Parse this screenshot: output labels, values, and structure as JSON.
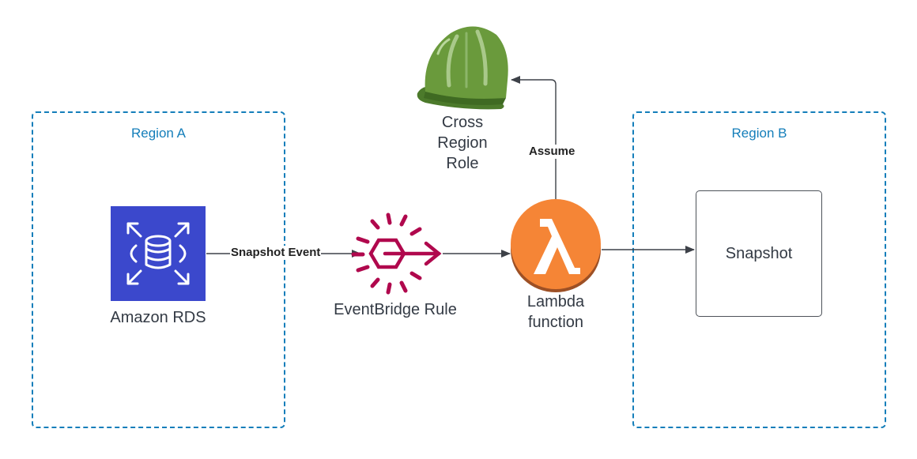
{
  "regions": {
    "a": {
      "title": "Region A"
    },
    "b": {
      "title": "Region B"
    }
  },
  "nodes": {
    "rds": {
      "label": "Amazon RDS",
      "icon": "rds-database-icon",
      "color": "#3b48cc"
    },
    "eventbridge": {
      "label": "EventBridge Rule",
      "icon": "eventbridge-rule-icon",
      "color": "#b0084d"
    },
    "lambda": {
      "label": "Lambda\nfunction",
      "icon": "lambda-icon",
      "color": "#f58536"
    },
    "role": {
      "label": "Cross\nRegion\nRole",
      "icon": "hard-hat-icon",
      "color": "#6a9a3c"
    },
    "snapshot": {
      "label": "Snapshot"
    }
  },
  "edges": {
    "rds_to_eventbridge": {
      "label": "Snapshot Event"
    },
    "lambda_to_role": {
      "label": "Assume"
    }
  },
  "colors": {
    "region_border": "#147eba",
    "edge": "#3d4148",
    "text": "#333a44"
  }
}
